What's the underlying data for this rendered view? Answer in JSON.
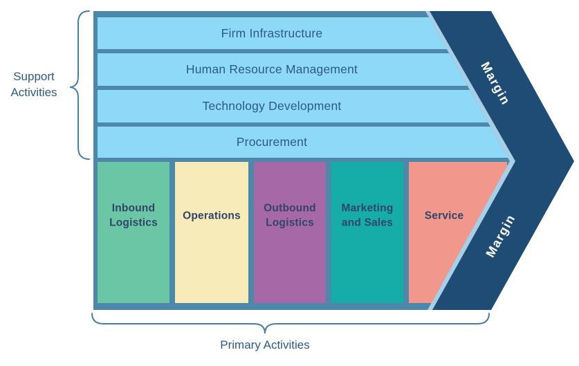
{
  "diagram": {
    "type": "value-chain",
    "support": {
      "label_line1": "Support",
      "label_line2": "Activities",
      "items": [
        "Firm Infrastructure",
        "Human Resource Management",
        "Technology Development",
        "Procurement"
      ],
      "bar_color": "#8FD9F8"
    },
    "primary": {
      "label": "Primary Activities",
      "items": [
        {
          "label": "Inbound Logistics",
          "color": "#6AC6A5"
        },
        {
          "label": "Operations",
          "color": "#F6EBB9"
        },
        {
          "label": "Outbound Logistics",
          "color": "#A768A8"
        },
        {
          "label": "Marketing and Sales",
          "color": "#16ADA9"
        },
        {
          "label": "Service",
          "color": "#F2978C"
        }
      ]
    },
    "margin": {
      "top_label": "Margin",
      "bottom_label": "Margin"
    },
    "colors": {
      "arrow_navy": "#1E4C75",
      "grid_steel_blue": "#4D87A9",
      "diagonal_light_edge": "#A9CFE6",
      "support_bar_blue": "#8FD9F8",
      "bar_text": "#2D5B80",
      "column_text": "#31456B",
      "outside_label_text": "#2D5B80",
      "margin_text": "#FFFFFF"
    }
  }
}
